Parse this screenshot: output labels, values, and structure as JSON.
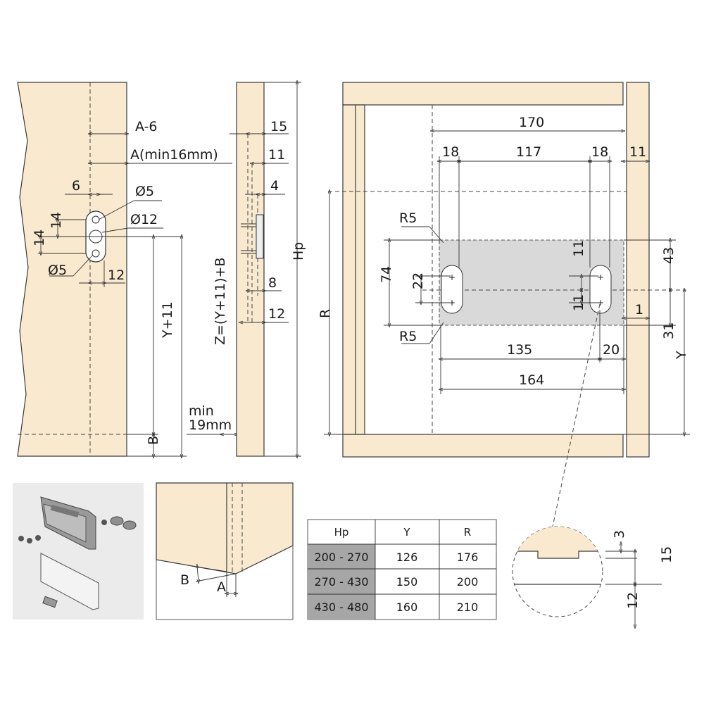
{
  "left_view": {
    "labels": {
      "a_minus_6": "A-6",
      "a_min": "A(min16mm)",
      "six": "6",
      "dia5_top": "Ø5",
      "dia12": "Ø12",
      "fourteen_a": "14",
      "fourteen_b": "14",
      "dia5_bottom": "Ø5",
      "twelve": "12",
      "y_plus_11": "Y+11",
      "z_formula": "Z=(Y+11)+B",
      "b": "B",
      "min": "min",
      "min_19": "19mm"
    }
  },
  "side_view": {
    "labels": {
      "fifteen": "15",
      "eleven": "11",
      "four": "4",
      "eight": "8",
      "twelve": "12",
      "hp": "Hp"
    }
  },
  "front_view": {
    "labels": {
      "d170": "170",
      "d18_left": "18",
      "d117": "117",
      "d18_right": "18",
      "d11": "11",
      "r5_top": "R5",
      "r5_bottom": "R5",
      "d74": "74",
      "d22": "22",
      "d11_a": "11",
      "d11_b": "11",
      "d43": "43",
      "d1": "1",
      "d31": "31",
      "r": "R",
      "y": "Y",
      "d135": "135",
      "d20": "20",
      "d164": "164"
    }
  },
  "detail_a_b": {
    "labels": {
      "b": "B",
      "a": "A"
    }
  },
  "detail_groove": {
    "labels": {
      "three": "3",
      "fifteen": "15",
      "twelve": "12"
    }
  },
  "table": {
    "headers": [
      "Hp",
      "Y",
      "R"
    ],
    "rows": [
      [
        "200 - 270",
        "126",
        "176"
      ],
      [
        "270 - 430",
        "150",
        "200"
      ],
      [
        "430 - 480",
        "160",
        "210"
      ]
    ]
  },
  "colors": {
    "wood": "#f8e9cf",
    "plate": "#d9d9d9",
    "table_shade": "#a6a6a6",
    "photo_bg": "#ebebeb"
  }
}
